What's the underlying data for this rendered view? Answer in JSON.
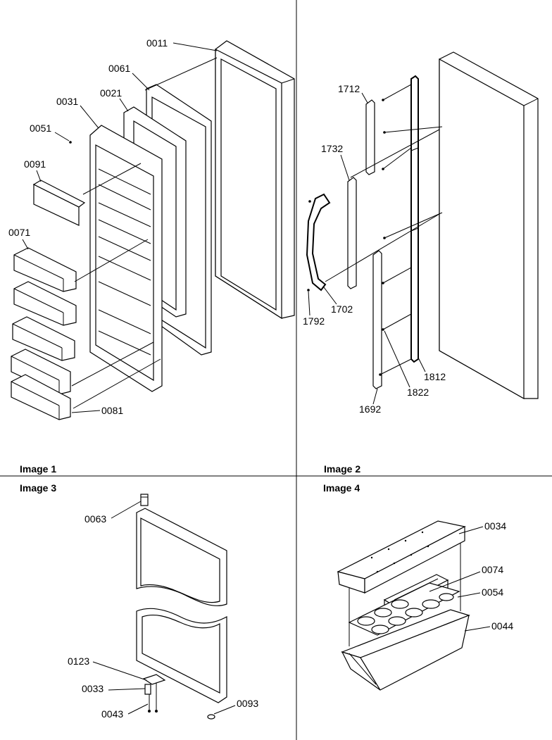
{
  "panels": [
    {
      "title": "Image 1"
    },
    {
      "title": "Image 2"
    },
    {
      "title": "Image 3"
    },
    {
      "title": "Image 4"
    }
  ],
  "callouts": {
    "p0011": "0011",
    "p0061": "0061",
    "p0021": "0021",
    "p0031": "0031",
    "p0051": "0051",
    "p0091": "0091",
    "p0071": "0071",
    "p0081": "0081",
    "p1712": "1712",
    "p1732": "1732",
    "p1702": "1702",
    "p1792": "1792",
    "p1692": "1692",
    "p1822": "1822",
    "p1812": "1812",
    "p0063": "0063",
    "p0123": "0123",
    "p0033": "0033",
    "p0043": "0043",
    "p0093": "0093",
    "p0034": "0034",
    "p0074": "0074",
    "p0054": "0054",
    "p0044": "0044"
  }
}
